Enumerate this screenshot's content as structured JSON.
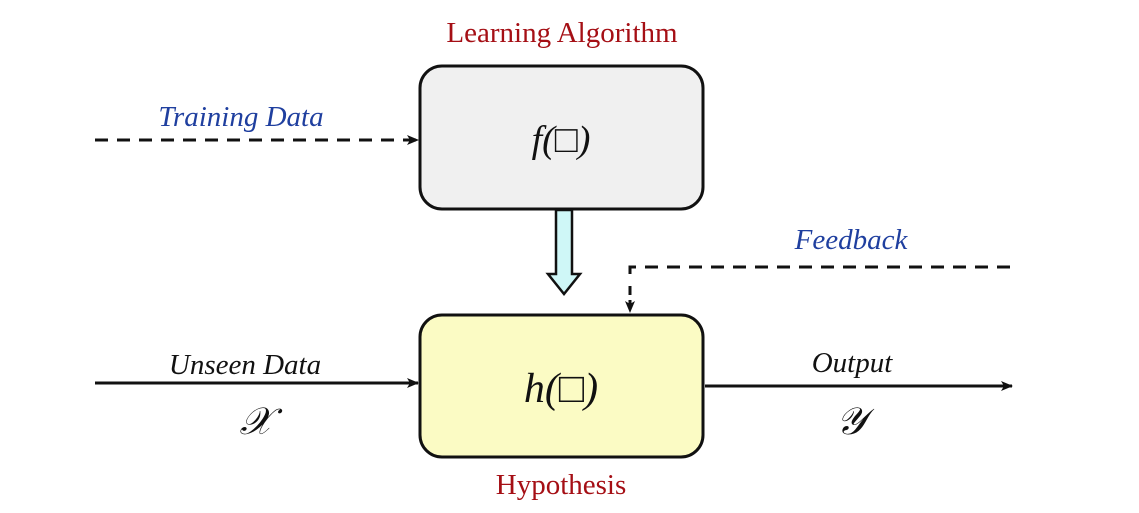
{
  "labels": {
    "learning_algorithm": "Learning Algorithm",
    "training_data": "Training Data",
    "feedback": "Feedback",
    "unseen_data": "Unseen Data",
    "output": "Output",
    "hypothesis": "Hypothesis",
    "input_symbol": "𝒳",
    "output_symbol": "𝒴"
  },
  "boxes": {
    "algorithm_text": "f(□)",
    "hypothesis_text": "h(□)"
  },
  "colors": {
    "red_label": "#a50f15",
    "blue_label": "#1f3f9f",
    "algorithm_box_fill": "#f0f0f0",
    "hypothesis_box_fill": "#fbfbc4",
    "transfer_arrow_fill": "#cff7f7"
  }
}
